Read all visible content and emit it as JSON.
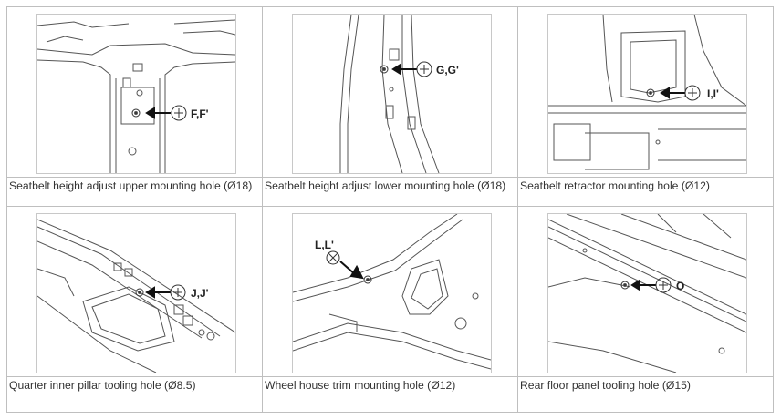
{
  "cells": [
    {
      "caption": "Seatbelt height adjust upper mounting hole (Ø18)",
      "callout": "F,F'"
    },
    {
      "caption": "Seatbelt height adjust lower mounting hole (Ø18)",
      "callout": "G,G'"
    },
    {
      "caption": "Seatbelt retractor mounting hole (Ø12)",
      "callout": "I,I'"
    },
    {
      "caption": "Quarter inner pillar tooling hole (Ø8.5)",
      "callout": "J,J'"
    },
    {
      "caption": "Wheel house trim mounting hole (Ø12)",
      "callout": "L,L'"
    },
    {
      "caption": "Rear floor panel tooling hole (Ø15)",
      "callout": "O"
    }
  ],
  "icons": {
    "pointer": "arrow-left-icon",
    "target": "crosshair-target-icon"
  }
}
